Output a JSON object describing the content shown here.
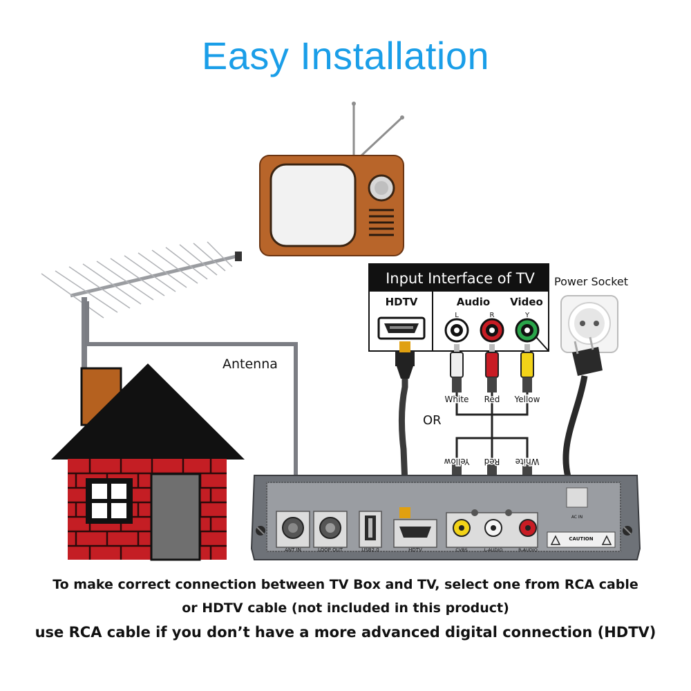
{
  "title": "Easy Installation",
  "labels": {
    "antenna": "Antenna",
    "power_socket": "Power Socket",
    "or": "OR"
  },
  "tv_interface": {
    "heading": "Input Interface of TV",
    "hdtv": "HDTV",
    "audio": "Audio",
    "video": "Video",
    "port_l": "L",
    "port_r": "R",
    "port_y": "Y"
  },
  "plugs_top": [
    "White",
    "Red",
    "Yellow"
  ],
  "plugs_bottom": [
    "Yellow",
    "Red",
    "White"
  ],
  "box_ports": {
    "ant_in": "ANT IN",
    "loop_out": "LOOP OUT",
    "usb": "USB2.0",
    "hdtv": "HDTV",
    "cvbs": "CVBS",
    "l_audio": "L-AUDIO",
    "r_audio": "R-AUDIO",
    "caution": "CAUTION",
    "ac_in": "AC IN"
  },
  "footer": {
    "line1": "To make correct connection between TV Box and TV, select one from RCA cable",
    "line2": "or HDTV cable (not included in this product)",
    "line3": "use RCA cable if you don’t have a more advanced digital connection (HDTV)"
  },
  "colors": {
    "title": "#1a9ee8",
    "tv_body": "#b8652a",
    "brick": "#c41e24",
    "roof": "#111111",
    "chimney": "#b5611f",
    "box": "#6e7278",
    "rca_red": "#c81c24",
    "rca_yellow": "#f2d318",
    "rca_green": "#2aa54a",
    "hdmi_gold": "#e0a010"
  }
}
